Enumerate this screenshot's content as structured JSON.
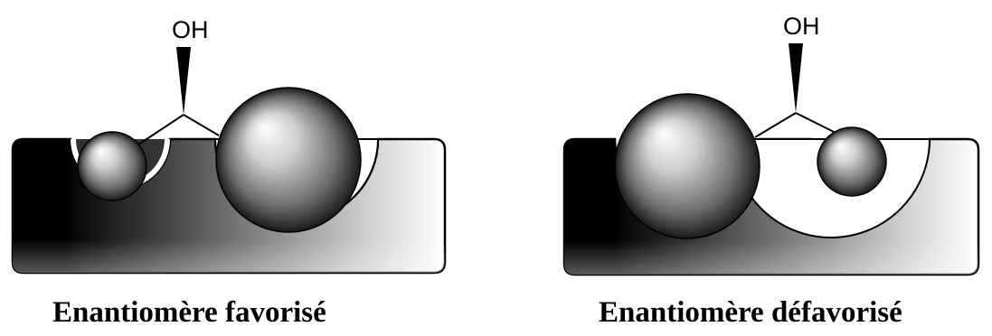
{
  "panels": [
    {
      "group_label": "OH",
      "caption": "Enantiomère favorisé"
    },
    {
      "group_label": "OH",
      "caption": "Enantiomère défavorisé"
    }
  ],
  "colors": {
    "outline": "#000000",
    "background": "#ffffff",
    "block_dark": "#000000",
    "block_light": "#ffffff",
    "sphere_highlight": "#ffffff",
    "sphere_shadow": "#1a1a1a"
  }
}
